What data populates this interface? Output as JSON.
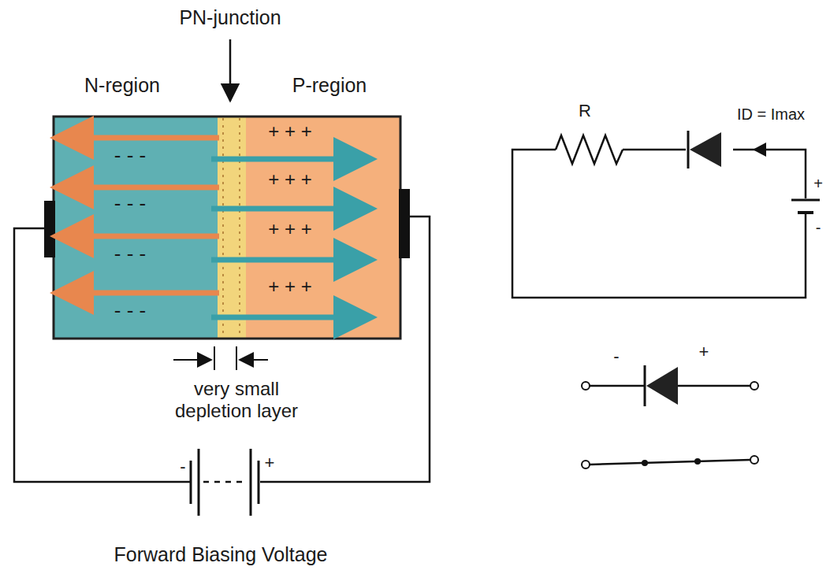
{
  "diagram": {
    "labels": [
      "PN-junction",
      "N-region",
      "P-region",
      "- - -",
      "- - -",
      "- - -",
      "- - -",
      "+ + +",
      "+ + +",
      "+ + +",
      "+ + +",
      "very small depletion layer",
      "-",
      "+",
      "Forward Biasing Voltage",
      "R",
      "ID = Imax",
      "+",
      "-",
      "-",
      "+"
    ]
  }
}
